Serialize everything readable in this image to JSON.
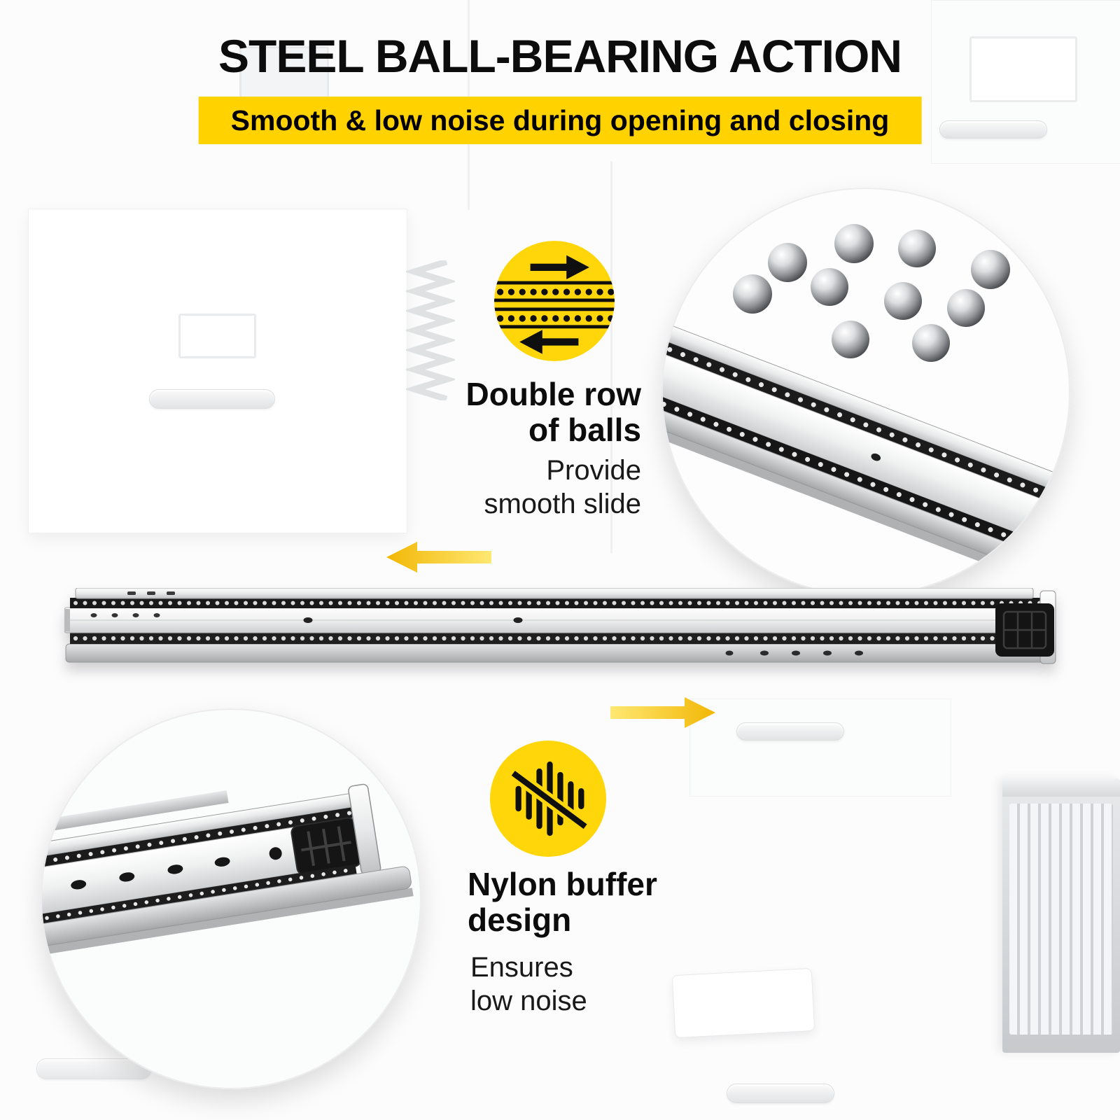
{
  "page": {
    "title": "STEEL BALL-BEARING ACTION",
    "banner": "Smooth & low noise during opening and closing"
  },
  "features": {
    "double_row": {
      "title_line1": "Double row",
      "title_line2": "of balls",
      "desc_line1": "Provide",
      "desc_line2": "smooth slide"
    },
    "nylon_buffer": {
      "title_line1": "Nylon buffer",
      "title_line2": "design",
      "desc_line1": "Ensures",
      "desc_line2": "low noise"
    }
  },
  "icons": {
    "double_row_icon": "double-row-of-balls",
    "noise_icon": "noise-reduction-crossed",
    "arrow_left": "slide-open-direction-left",
    "arrow_right": "slide-close-direction-right"
  },
  "colors": {
    "accent_yellow": "#FFD200",
    "icon_yellow": "#FFD60A",
    "text_black": "#111111",
    "metal_gray": "#c9cbcd"
  }
}
